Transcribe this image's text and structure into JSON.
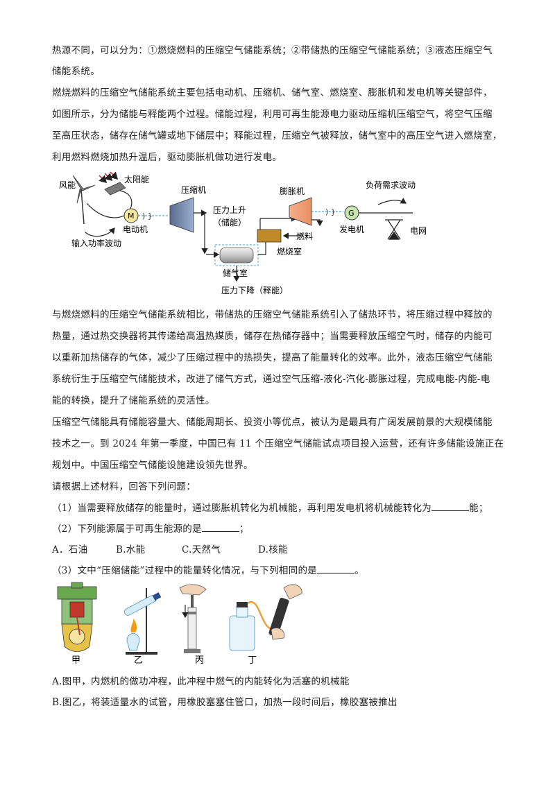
{
  "para1_l1": "热源不同，可以分为：①燃烧燃料的压缩空气储能系统；②带储热的压缩空气储能系统；③液态压缩空气",
  "para1_l2": "储能系统。",
  "para2_l1": "燃烧燃料的压缩空气储能系统主要包括电动机、压缩机、储气室、燃烧室、膨胀机和发电机等关键部件，",
  "para2_l2": "如图所示，分为储能与释能两个过程。储能过程，利用可再生能源电力驱动压缩机压缩空气，将空气压缩",
  "para2_l3": "至高压状态，储存在储气罐或地下储层中；释能过程，压缩空气被释放，储气室中的高压空气进入燃烧室，",
  "para2_l4": "利用燃料燃烧加热升温后，驱动膨胀机做功进行发电。",
  "diagram": {
    "wind": "风能",
    "solar": "太阳能",
    "motor_symbol": "M",
    "motor": "电动机",
    "input_fluct": "输入功率波动",
    "compressor": "压缩机",
    "pressure_up": "压力上升",
    "storing": "（储能）",
    "storage": "储气室",
    "pressure_down": "压力下降（释能）",
    "expander": "膨胀机",
    "fuel": "燃料",
    "combustor": "燃烧室",
    "gen_symbol": "G",
    "generator": "发电机",
    "load_fluct": "负荷需求波动",
    "grid": "电网"
  },
  "para3_l1": "与燃烧燃料的压缩空气储能系统相比，带储热的压缩空气储能系统引入了储热环节，将压缩过程中释放的",
  "para3_l2": "热量，通过热交换器将其传递给高温热媒质，储存在热储存器中；当需要释放压缩空气时，储存的内能可",
  "para3_l3": "以重新加热储存的气体，减少了压缩过程中的热损失，提高了能量转化的效率。此外，液态压缩空气储能",
  "para3_l4": "系统衍生于压缩空气储能技术，改进了储气方式，通过空气压缩-液化-汽化-膨胀过程，完成电能-内能-电",
  "para3_l5": "能的转换，提升了储能系统的灵活性。",
  "para4_l1": "压缩空气储能具有储能容量大、储能周期长、投资小等优点，被认为是最具有广阔发展前景的大规模储能",
  "para4_l2": "技术之一。到 2024 年第一季度，中国已有 11 个压缩空气储能试点项目投入运营，还有许多储能设施正在",
  "para4_l3": "规划中。中国压缩空气储能设施建设领先世界。",
  "prompt": "请根据上述材料，回答下列问题：",
  "q1_a": "（1）当需要释放储存的能量时，通过膨胀机转化为机械能，再利用发电机将机械能转化为",
  "q1_b": "能；",
  "q2_a": "（2）下列能源属于可再生能源的是",
  "q2_b": "；",
  "q2_options": [
    "A．石油",
    "B.水能",
    "C.天然气",
    "D.核能"
  ],
  "q3_a": "（3）文中“压缩储能”过程中的能量转化情况，与下列相同的是",
  "q3_b": "。",
  "fig_labels": [
    "甲",
    "乙",
    "丙",
    "丁"
  ],
  "q3_optA": "A.图甲，内燃机的做功冲程，此冲程中燃气的内能转化为活塞的机械能",
  "q3_optB": "B.图乙，将装适量水的试管，用橡胶塞塞住管口，加热一段时间后，橡胶塞被推出"
}
